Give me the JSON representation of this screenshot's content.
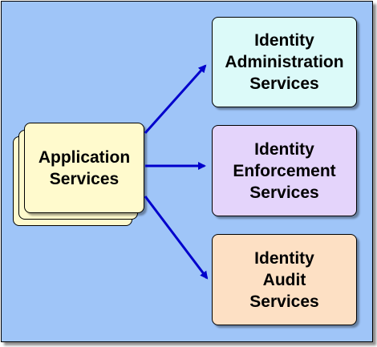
{
  "diagram": {
    "source": {
      "lines": [
        "Application",
        "Services"
      ],
      "color": "#fffacd"
    },
    "targets": [
      {
        "id": "administration",
        "lines": [
          "Identity",
          "Administration",
          "Services"
        ],
        "color": "#dcfaf9"
      },
      {
        "id": "enforcement",
        "lines": [
          "Identity",
          "Enforcement",
          "Services"
        ],
        "color": "#e4d4fb"
      },
      {
        "id": "audit",
        "lines": [
          "Identity",
          "Audit",
          "Services"
        ],
        "color": "#fde0c4"
      }
    ],
    "background_color": "#9fc5f8",
    "arrow_color": "#0000cc"
  }
}
